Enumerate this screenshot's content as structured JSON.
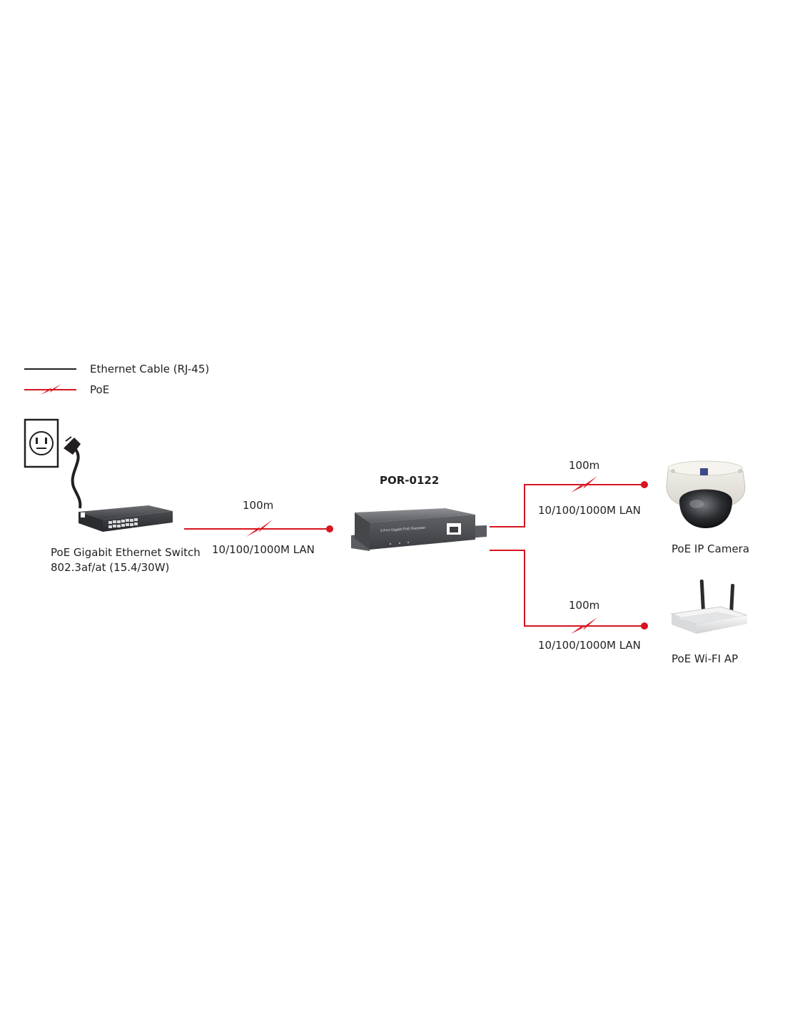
{
  "legend": {
    "ethernet_label": "Ethernet Cable (RJ-45)",
    "poe_label": "PoE"
  },
  "colors": {
    "poe": "#d7141f",
    "ethernet": "#231f20",
    "device_dark": "#3a3c40",
    "device_light": "#e9eaec"
  },
  "switch": {
    "name_line1": "PoE Gigabit Ethernet Switch",
    "name_line2": "802.3af/at (15.4/30W)"
  },
  "repeater": {
    "model": "POR-0122",
    "panel_text": "2-Port Gigabit PoE Repeater"
  },
  "links": [
    {
      "distance": "100m",
      "speed": "10/100/1000M LAN"
    },
    {
      "distance": "100m",
      "speed": "10/100/1000M LAN"
    },
    {
      "distance": "100m",
      "speed": "10/100/1000M LAN"
    }
  ],
  "camera": {
    "name": "PoE IP Camera"
  },
  "ap": {
    "name": "PoE Wi-FI AP"
  },
  "icons": [
    "power-outlet-icon",
    "power-plug-icon",
    "poe-switch-icon",
    "poe-repeater-icon",
    "ip-camera-icon",
    "wifi-ap-icon",
    "poe-bolt-icon"
  ]
}
